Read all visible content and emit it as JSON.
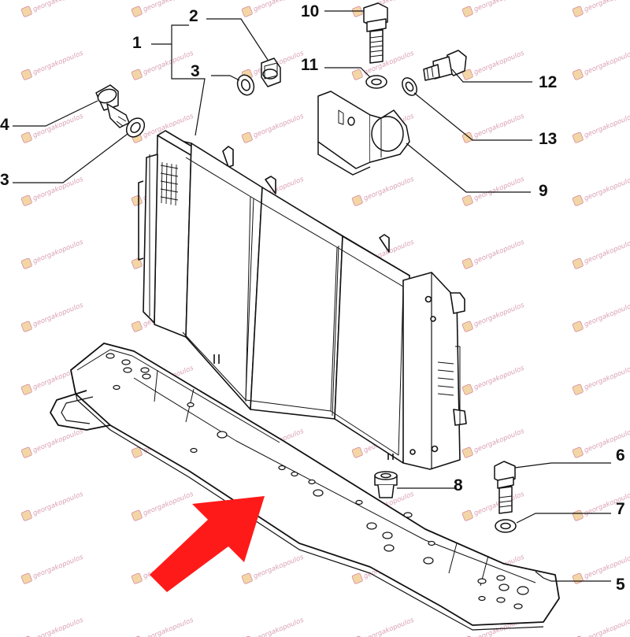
{
  "watermark": {
    "text": "georgakopoulos",
    "color": "#d9a0b3"
  },
  "labels": {
    "c1": "1",
    "c2": "2",
    "c3a": "3",
    "c3b": "3",
    "c4": "4",
    "c5": "5",
    "c6": "6",
    "c7": "7",
    "c8": "8",
    "c9": "9",
    "c10": "10",
    "c11": "11",
    "c12": "12",
    "c13": "13"
  },
  "arrow_color": "#ff1a1a"
}
